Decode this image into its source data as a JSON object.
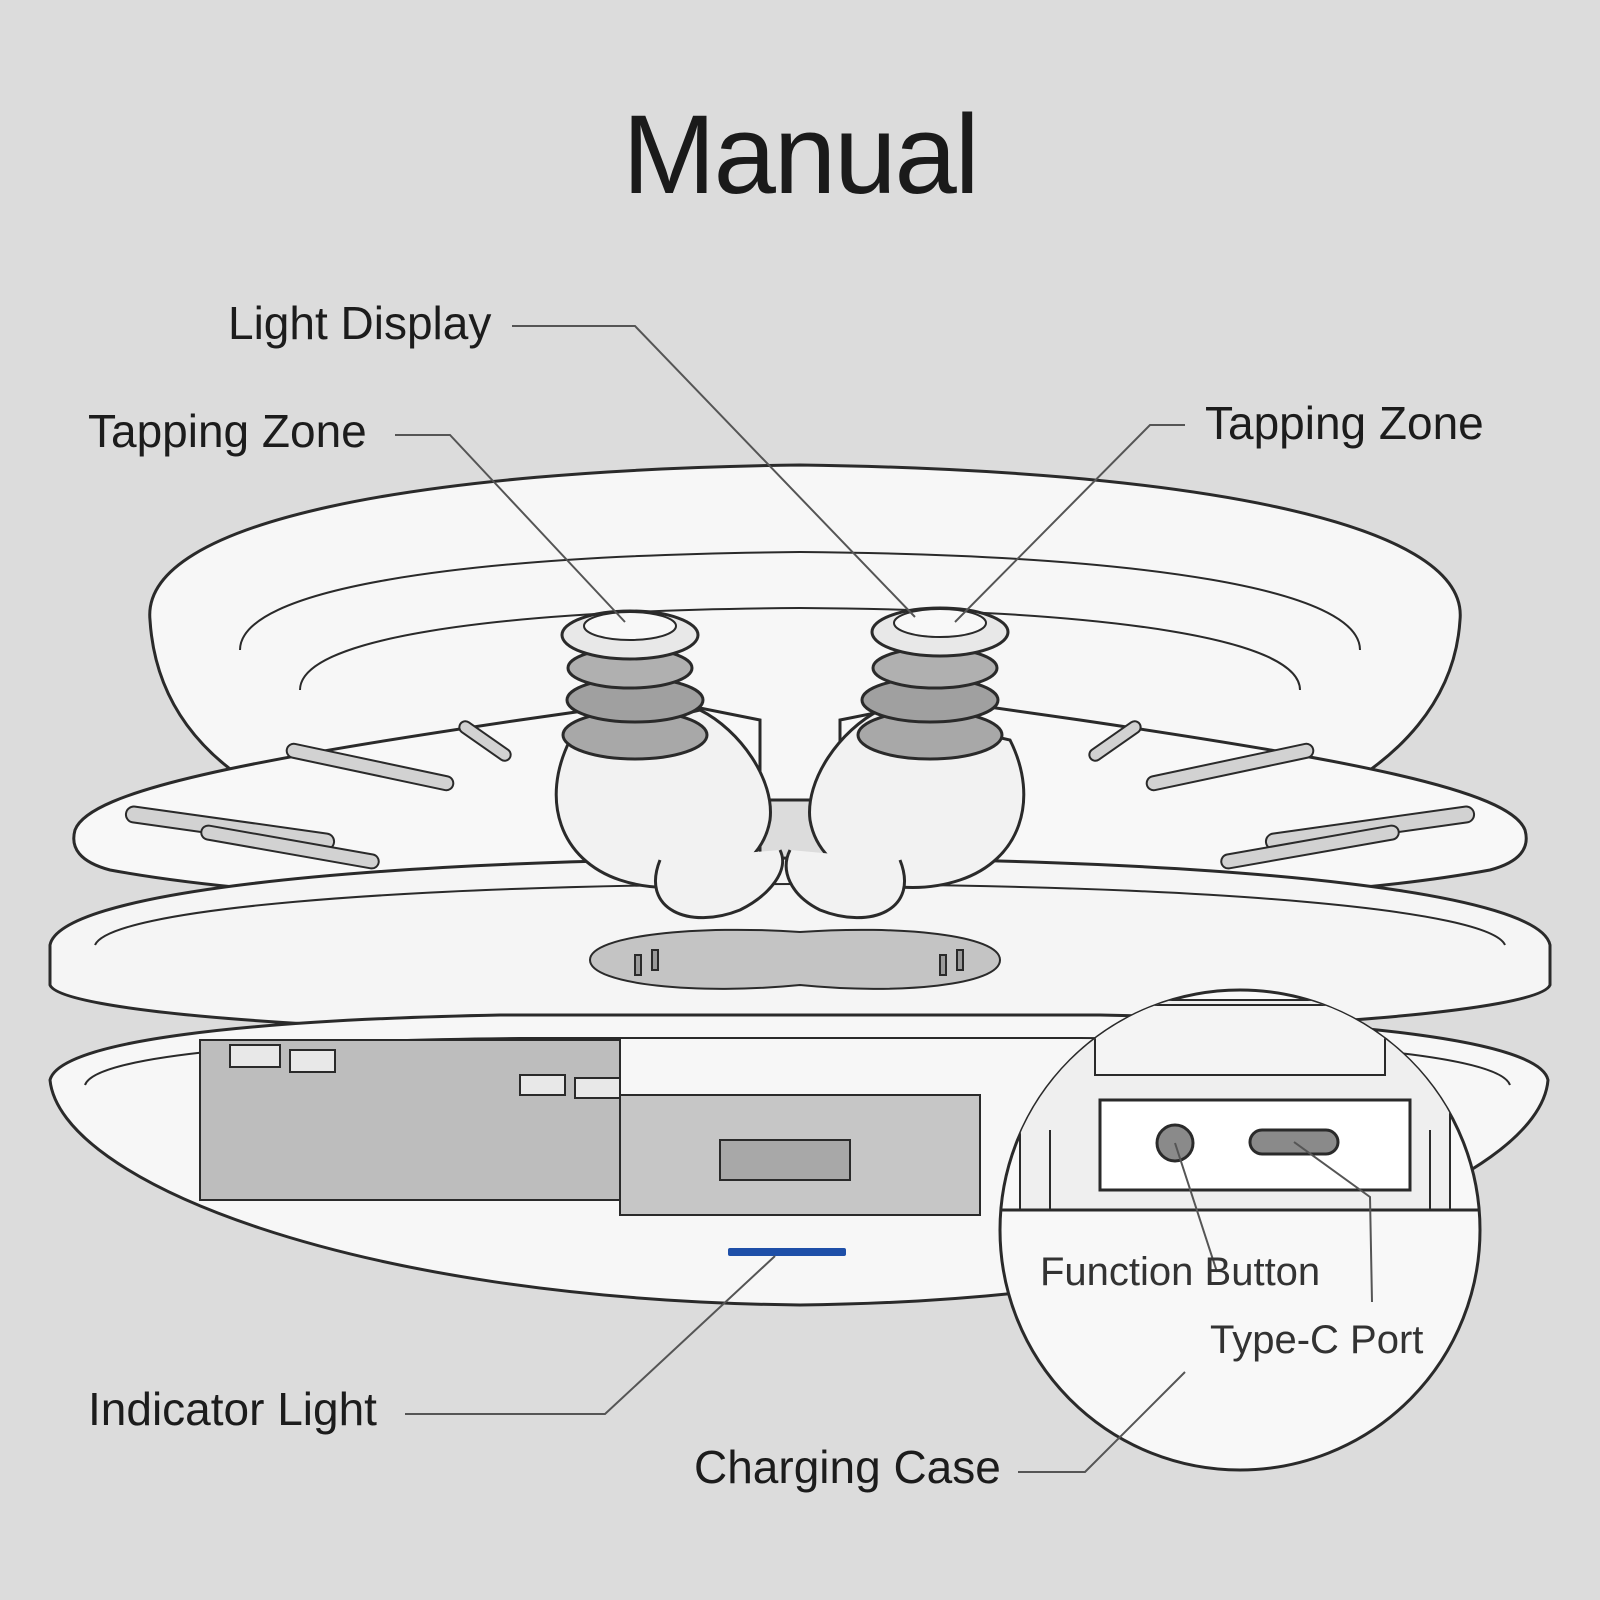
{
  "title": "Manual",
  "callouts": {
    "light_display": "Light Display",
    "tapping_zone_left": "Tapping Zone",
    "tapping_zone_right": "Tapping Zone",
    "indicator_light": "Indicator Light",
    "charging_case": "Charging Case",
    "function_button": "Function Button",
    "type_c_port": "Type-C Port"
  },
  "colors": {
    "background": "#dcdcdc",
    "outline": "#2a2a2a",
    "case_fill": "#f7f7f7",
    "inner_fill": "#c9c9c9",
    "indicator_light": "#1e4fa8"
  }
}
